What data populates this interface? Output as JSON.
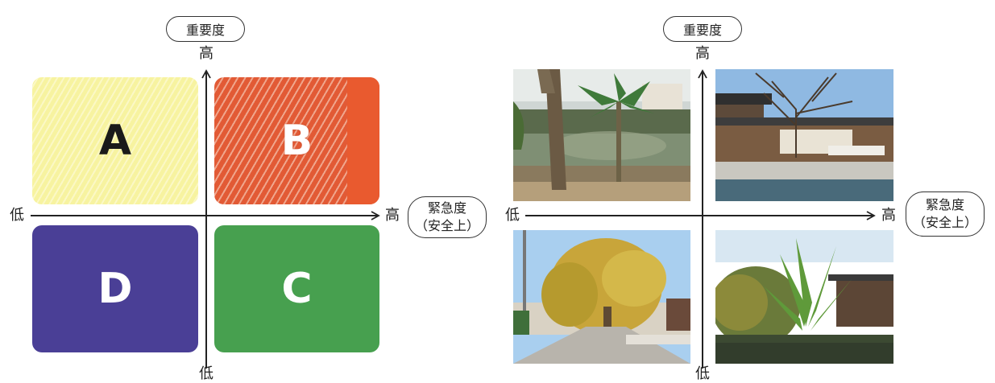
{
  "left_matrix": {
    "vertical_axis_label": "重要度",
    "vertical_high": "高",
    "vertical_low": "低",
    "horizontal_low": "低",
    "horizontal_high": "高",
    "horizontal_axis_label_line1": "緊急度",
    "horizontal_axis_label_line2": "（安全上）",
    "quadrants": {
      "a": {
        "label": "A",
        "color": "#f7f3a0"
      },
      "b": {
        "label": "B",
        "color": "#e95a2f"
      },
      "c": {
        "label": "C",
        "color": "#47a04f"
      },
      "d": {
        "label": "D",
        "color": "#4a3f96"
      }
    }
  },
  "right_matrix": {
    "vertical_axis_label": "重要度",
    "vertical_high": "高",
    "vertical_low": "低",
    "horizontal_low": "低",
    "horizontal_high": "高",
    "horizontal_axis_label_line1": "緊急度",
    "horizontal_axis_label_line2": "（安全上）"
  }
}
